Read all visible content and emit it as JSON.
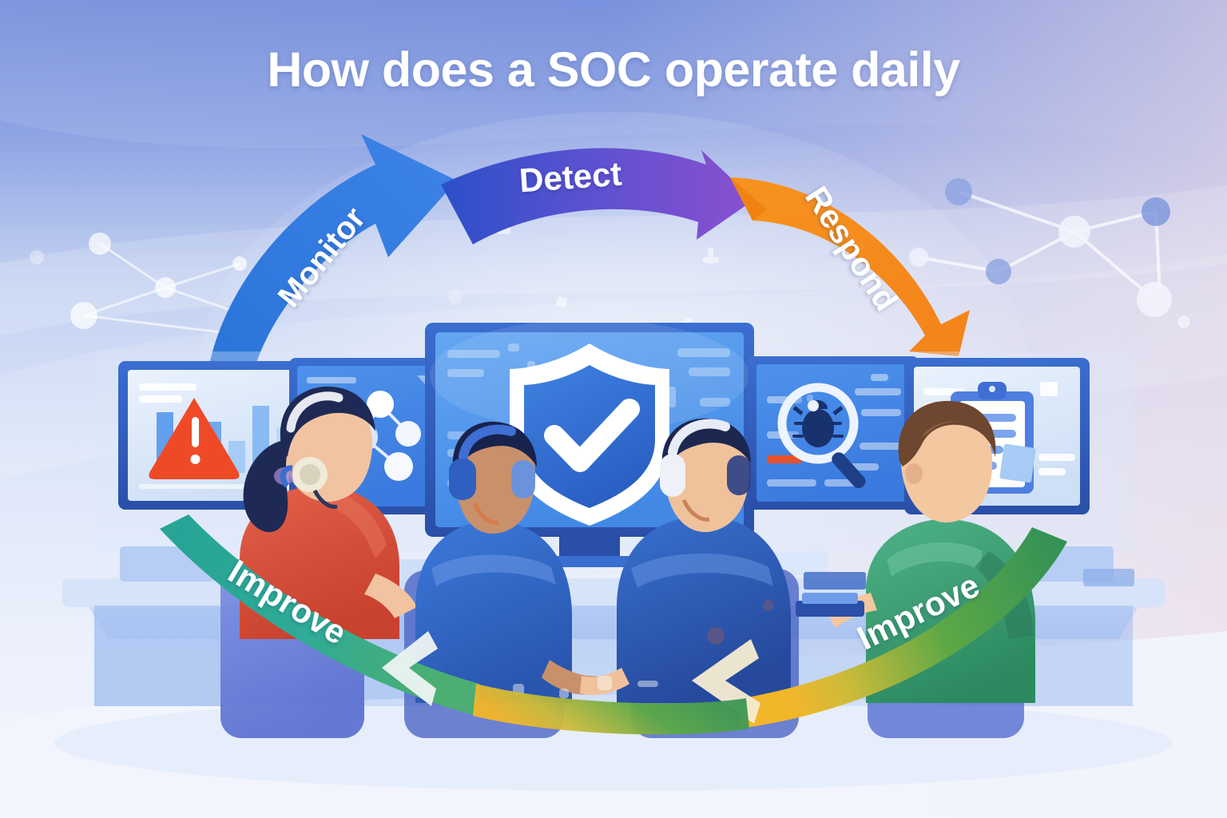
{
  "title": "How does a SOC operate daily",
  "cycle": {
    "steps": [
      {
        "label": "Monitor",
        "color": "#2f7fe0",
        "position": "top-left-arc"
      },
      {
        "label": "Detect",
        "color": "#6a4fcf",
        "position": "top-center-arc"
      },
      {
        "label": "Respond",
        "color": "#f58220",
        "position": "top-right-arc"
      },
      {
        "label": "Improve",
        "color": "#2aa79b",
        "position": "bottom-left-arc"
      },
      {
        "label": "Improve",
        "color": "#4a9c46",
        "position": "bottom-right-arc"
      }
    ]
  },
  "scene": {
    "description": "Security operations center with four analysts at a bank of monitors",
    "monitors": [
      {
        "name": "alert-dashboard",
        "icon": "warning-triangle-icon",
        "content": "bar chart with red alert triangle",
        "accent": "#ef4a28"
      },
      {
        "name": "network-graph",
        "icon": "network-nodes-icon",
        "content": "linked node network diagram",
        "accent": "#ffffff"
      },
      {
        "name": "shield-status",
        "icon": "shield-check-icon",
        "content": "large shield with checkmark",
        "accent": "#ffffff"
      },
      {
        "name": "threat-hunt",
        "icon": "magnifier-bug-icon",
        "content": "magnifying glass over malware bug",
        "accent": "#e8532c"
      },
      {
        "name": "report-board",
        "icon": "clipboard-icon",
        "content": "clipboard report with document lines",
        "accent": "#4f7fe0"
      }
    ],
    "analysts": [
      {
        "name": "analyst-1",
        "shirt": "#d94f3d",
        "hair": "#1e2a55",
        "headset": true
      },
      {
        "name": "analyst-2",
        "shirt": "#2f6ed0",
        "hair": "#18234d",
        "headset": true
      },
      {
        "name": "analyst-3",
        "shirt": "#2f6ed0",
        "hair": "#1c2750",
        "headset": true
      },
      {
        "name": "analyst-4",
        "shirt": "#43a577",
        "hair": "#6d4730",
        "headset": false
      }
    ]
  },
  "palette": {
    "bg_top": "#6f89da",
    "bg_mid": "#cdd8f4",
    "bg_bottom": "#eef2fc",
    "bg_right_tint": "#e8d9e8",
    "monitor_frame": "#2f5fc0",
    "screen_light": "#5fa3ef",
    "screen_pale": "#dfeaf9",
    "desk": "#bed2f2",
    "shield": "#2f6fd4"
  }
}
